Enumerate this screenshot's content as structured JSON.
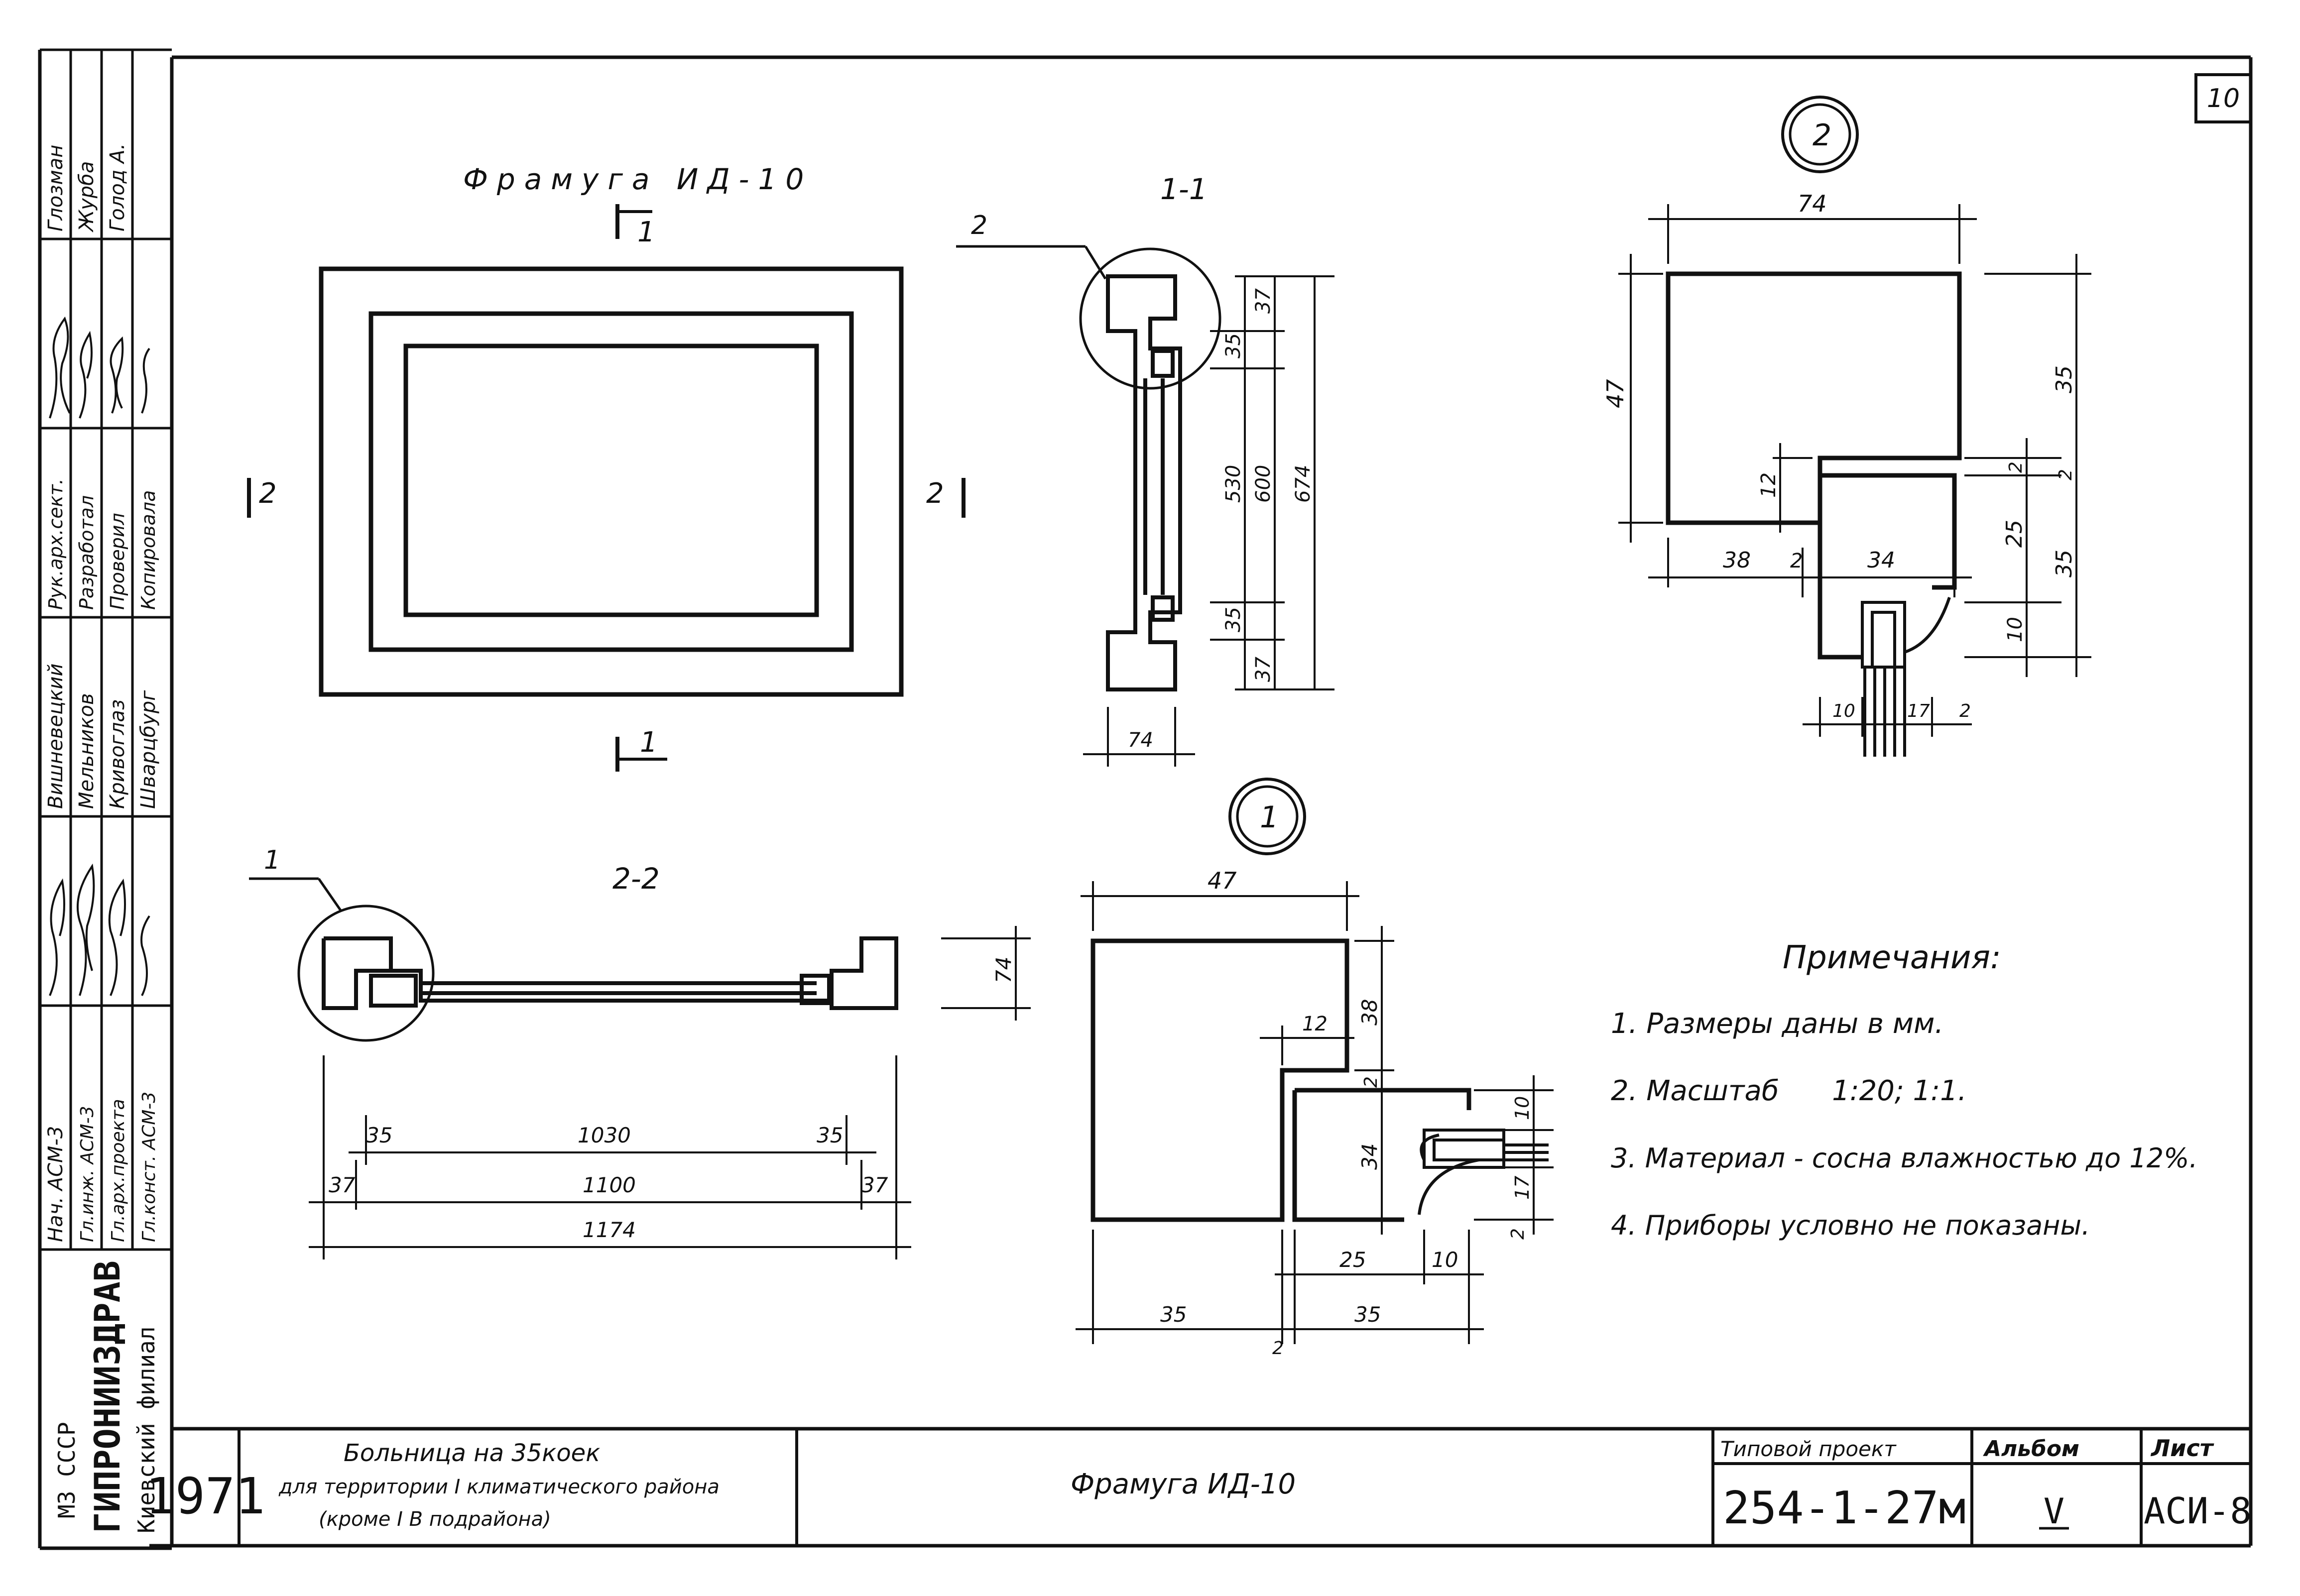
{
  "sheet": {
    "number": "10"
  },
  "title": "Фрамуга ИД-10",
  "cuts": {
    "section_1": "1",
    "section_2": "2",
    "label_1_1": "1-1",
    "label_2_2": "2-2"
  },
  "callouts": {
    "detail_1": "1",
    "detail_2": "2"
  },
  "elevation_dims": {
    "d35_left": "35",
    "d1030": "1030",
    "d35_right": "35",
    "d37_left": "37",
    "d1100": "1100",
    "d37_right": "37",
    "d1174": "1174",
    "d74": "74"
  },
  "section_dims": {
    "d37_top": "37",
    "d35_top": "35",
    "d530": "530",
    "d600": "600",
    "d674": "674",
    "d35_bot": "35",
    "d37_bot": "37",
    "d74": "74"
  },
  "detail1_dims": {
    "d47": "47",
    "d38": "38",
    "d12": "12",
    "d2a": "2",
    "d34": "34",
    "d10": "10",
    "d17": "17",
    "d2b": "2",
    "d25": "25",
    "d10b": "10",
    "d35a": "35",
    "d2c": "2",
    "d35b": "35"
  },
  "detail2_dims": {
    "d74": "74",
    "d47": "47",
    "d35a": "35",
    "d12": "12",
    "d2a": "2",
    "d2b": "2",
    "d25": "25",
    "d35b": "35",
    "d38": "38",
    "d2c": "2",
    "d34": "34",
    "d10a": "10",
    "d10b": "10",
    "d17": "17",
    "d2d": "2"
  },
  "notes": {
    "heading": "Примечания:",
    "items": [
      "1. Размеры даны в мм.",
      "2. Масштаб      1:20; 1:1.",
      "3. Материал - сосна влажностью до 12%.",
      "4. Приборы условно не показаны."
    ]
  },
  "side_stamp": {
    "rows": [
      [
        "Нач. АСМ-3",
        "Вишневецкий",
        "Рук.арх.сект.",
        "Глозман"
      ],
      [
        "Гл.инж. АСМ-3",
        "Мельников",
        "Разработал",
        "Журба"
      ],
      [
        "Гл.арх.проекта",
        "Кривоглаз",
        "Проверил",
        "Голод А."
      ],
      [
        "Гл.конст. АСМ-3",
        "Шварцбург",
        "Копировала",
        ""
      ]
    ],
    "org_ministry": "МЗ  СССР",
    "org_name": "ГИПРОНИИЗДРАВ",
    "org_branch": "Киевский филиал"
  },
  "title_block": {
    "year": "1971",
    "project_line1": "Больница на 35коек",
    "project_line2": "для территории I климатического района",
    "project_line3": "(кроме I В подрайона)",
    "drawing_name": "Фрамуга       ИД-10",
    "typical_label": "Типовой проект",
    "typical_value": "254-1-27м",
    "album_label": "Альбом",
    "album_value": "V",
    "sheet_label": "Лист",
    "sheet_value": "АСИ-8"
  },
  "colors": {
    "ink": "#111111",
    "paper": "#ffffff"
  }
}
